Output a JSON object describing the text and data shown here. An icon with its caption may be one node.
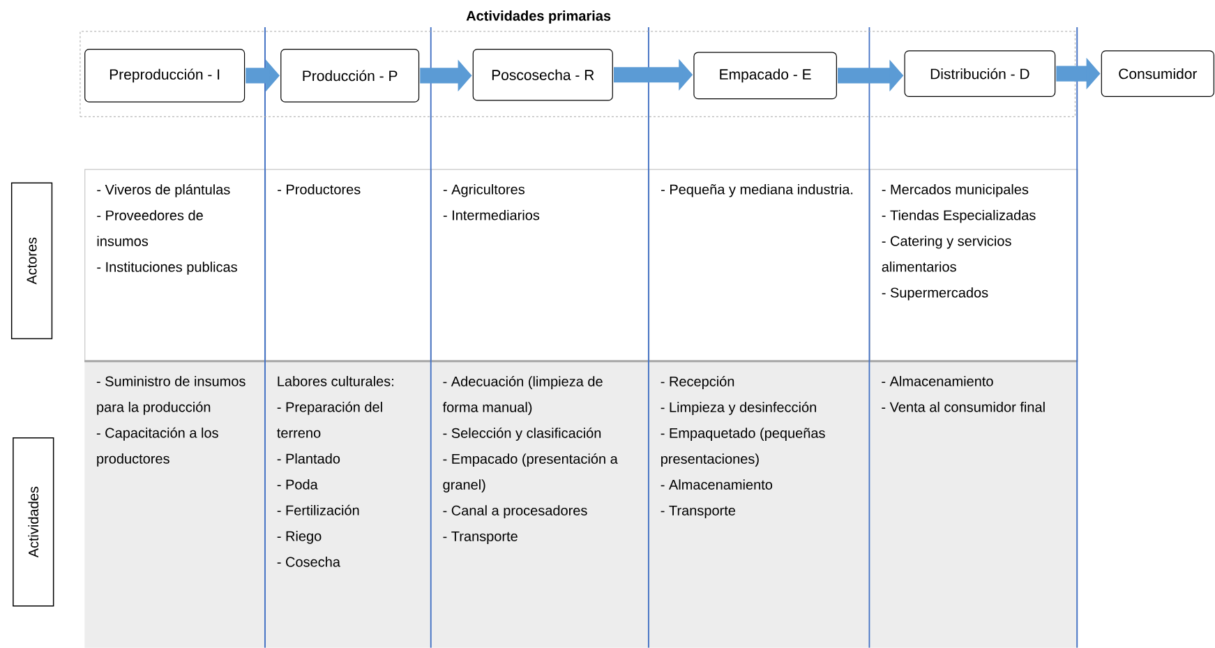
{
  "diagram": {
    "nodes": [
      {
        "text": [
          "Actividades primarias"
        ]
      },
      {
        "text": [
          "Preproducción - I"
        ],
        "in": 0
      },
      {
        "text": [
          "Producción - P"
        ],
        "in": 0
      },
      {
        "text": [
          "Poscosecha - R"
        ],
        "in": 0
      },
      {
        "text": [
          "Empacado - E"
        ],
        "in": 0
      },
      {
        "text": [
          "Distribución - D"
        ],
        "in": 0
      },
      {
        "text": [
          "Consumidor"
        ]
      },
      {
        "text": [
          "Actores"
        ]
      },
      {
        "text": [
          "Actividades"
        ]
      },
      {
        "text": [
          "- Viveros de plántulas",
          "- Proveedores de insumos",
          "- Instituciones publicas"
        ]
      },
      {
        "text": [
          "- Productores"
        ]
      },
      {
        "text": [
          "- Agricultores",
          "- Intermediarios"
        ]
      },
      {
        "text": [
          "- Pequeña y mediana industria."
        ]
      },
      {
        "text": [
          "- Mercados municipales",
          "- Tiendas Especializadas",
          "- Catering y servicios alimentarios",
          "- Supermercados"
        ]
      },
      {
        "text": [
          "- Suministro de insumos para la producción",
          "- Capacitación a los productores"
        ]
      },
      {
        "text": [
          "Labores culturales:",
          "- Preparación del terreno",
          "- Plantado",
          "- Poda",
          "- Fertilización",
          "- Riego",
          "- Cosecha"
        ]
      },
      {
        "text": [
          "- Adecuación (limpieza de forma manual)",
          "- Selección y clasificación",
          "- Empacado (presentación a granel)",
          "- Canal a procesadores",
          "- Transporte"
        ]
      },
      {
        "text": [
          "- Recepción",
          "- Limpieza y desinfección",
          "- Empaquetado (pequeñas presentaciones)",
          "- Almacenamiento",
          "- Transporte"
        ]
      },
      {
        "text": [
          "- Almacenamiento",
          "- Venta al consumidor final"
        ]
      }
    ],
    "edges": [
      {
        "from": 1,
        "to": 2,
        "arrow": "to"
      },
      {
        "from": 2,
        "to": 3,
        "arrow": "to"
      },
      {
        "from": 3,
        "to": 4,
        "arrow": "to"
      },
      {
        "from": 4,
        "to": 5,
        "arrow": "to"
      },
      {
        "from": 5,
        "to": 6,
        "arrow": "to"
      }
    ]
  }
}
